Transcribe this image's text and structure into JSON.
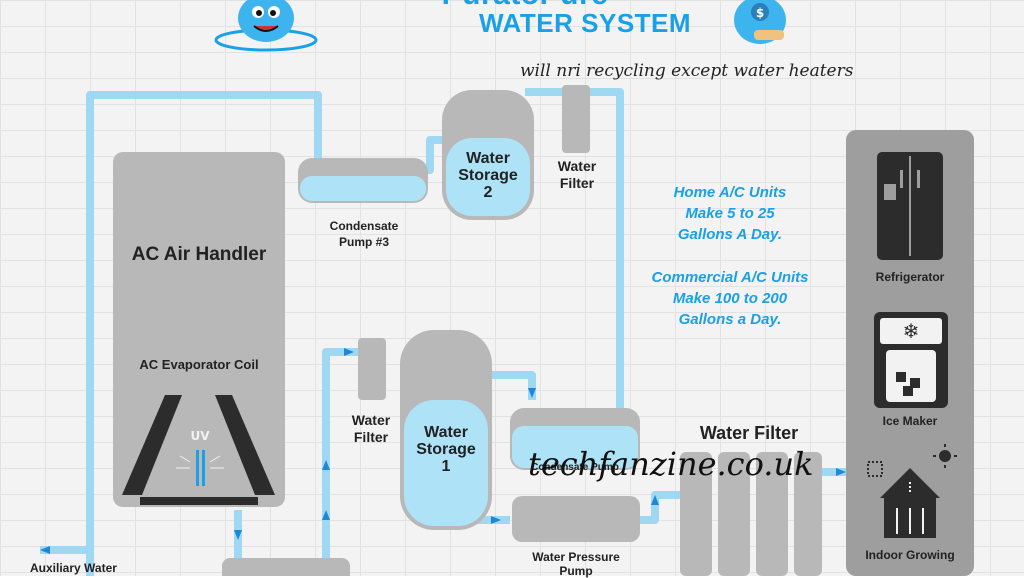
{
  "header": {
    "title_top": "PuratoPure",
    "title": "WATER SYSTEM",
    "slogan": "will nri recycling except water heaters"
  },
  "components": {
    "ac_air_handler": "AC Air Handler",
    "ac_evaporator_coil": "AC Evaporator Coil",
    "uv": "UV",
    "condensate_pump_3_line1": "Condensate",
    "condensate_pump_3_line2": "Pump #3",
    "water_storage_2_line1": "Water",
    "water_storage_2_line2": "Storage",
    "water_storage_2_line3": "2",
    "water_filter_top_line1": "Water",
    "water_filter_top_line2": "Filter",
    "water_filter_mid_line1": "Water",
    "water_filter_mid_line2": "Filter",
    "water_storage_1_line1": "Water",
    "water_storage_1_line2": "Storage",
    "water_storage_1_line3": "1",
    "condensate_pump_lower": "Condensate Pump",
    "water_pressure_pump_line1": "Water Pressure",
    "water_pressure_pump_line2": "Pump",
    "water_filter_big": "Water Filter",
    "auxiliary_water": "Auxiliary Water"
  },
  "info": {
    "home_line1": "Home A/C Units",
    "home_line2": "Make 5 to 25",
    "home_line3": "Gallons A Day.",
    "commercial_line1": "Commercial A/C Units",
    "commercial_line2": "Make 100 to 200",
    "commercial_line3": "Gallons a Day."
  },
  "appliances": {
    "refrigerator": "Refrigerator",
    "ice_maker": "Ice Maker",
    "indoor_growing": "Indoor Growing"
  },
  "watermark": "techfanzine.co.uk",
  "colors": {
    "pipe": "#9fd8f2",
    "water": "#aee2f7",
    "equipment": "#b8b8b8",
    "accent": "#1aa0e6",
    "arrow": "#1e88d8"
  }
}
